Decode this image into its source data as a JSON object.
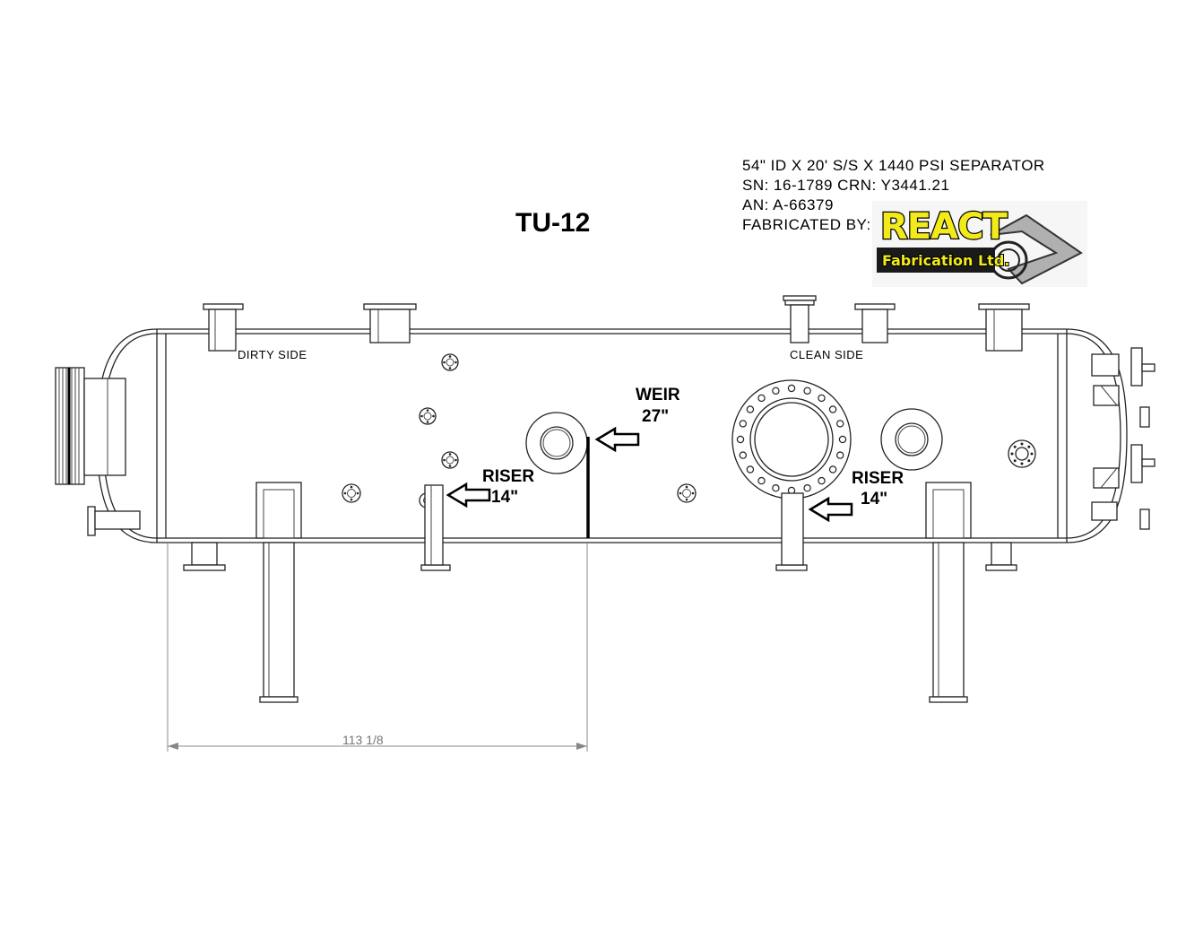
{
  "drawing": {
    "title": "TU-12",
    "header": {
      "line1": "54\" ID X 20' S/S X 1440 PSI SEPARATOR",
      "line2": "SN: 16-1789 CRN: Y3441.21",
      "line3": "AN: A-66379",
      "line4": "FABRICATED BY:"
    },
    "logo": {
      "name": "REACT",
      "subtitle": "Fabrication Ltd.",
      "colors": {
        "text": "#f2ea1b",
        "outline": "#000000",
        "swoosh": "#b0b0b0"
      }
    },
    "labels": {
      "dirty_side": "DIRTY SIDE",
      "clean_side": "CLEAN SIDE"
    },
    "callouts": {
      "weir_title": "WEIR",
      "weir_value": "27\"",
      "riser_left_title": "RISER",
      "riser_left_value": "14\"",
      "riser_right_title": "RISER",
      "riser_right_value": "14\""
    },
    "dimension": "113 1/8"
  }
}
